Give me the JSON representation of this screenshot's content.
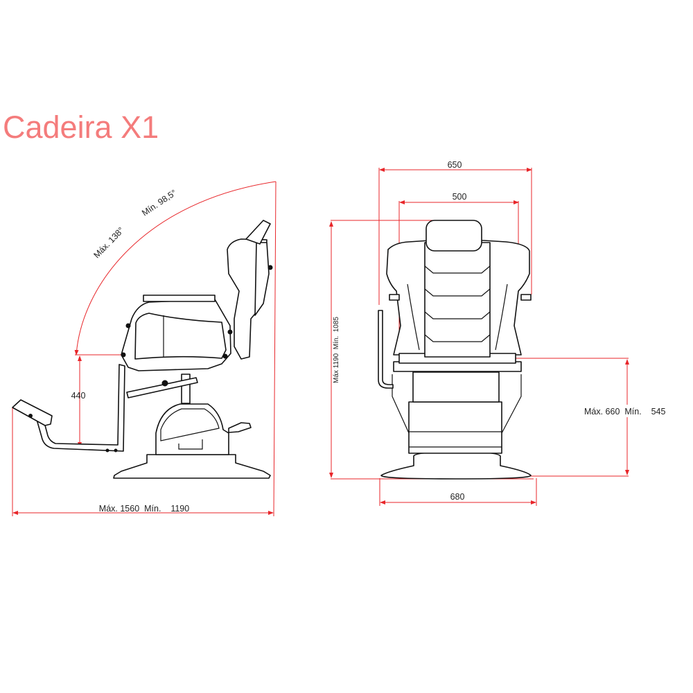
{
  "title": "Cadeira X1",
  "side_view": {
    "angle_max": "Máx. 138°",
    "angle_min": "Mín. 98,5°",
    "seat_height": "440",
    "length": "Máx. 1560  Mín.    1190"
  },
  "front_view": {
    "outer_width": "650",
    "inner_width": "500",
    "height": "Máx 1190  Mín.  1085",
    "base_width": "680",
    "seat_height": "Máx. 660  Mín.    545"
  },
  "colors": {
    "dimension": "#e8262a",
    "title": "#f47c7c",
    "drawing": "#111111"
  }
}
